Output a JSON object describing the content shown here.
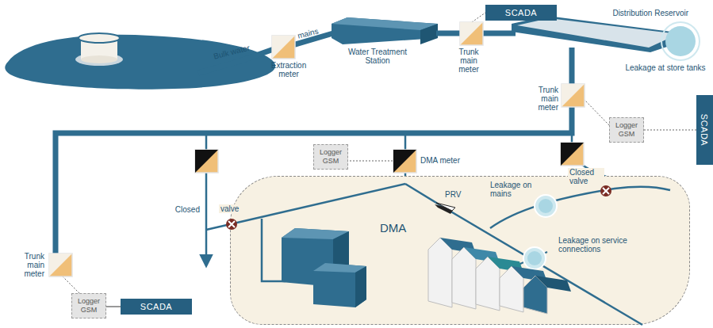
{
  "diagram": {
    "nodes": [
      {
        "text": [
          "SCADA"
        ]
      },
      {
        "text": [
          "Logger GSM"
        ]
      },
      {
        "text": [
          "SCADA"
        ]
      },
      {
        "text": [
          "Logger GSM"
        ]
      },
      {
        "text": [
          "DMA"
        ]
      },
      {
        "text": [
          "Logger GSM"
        ]
      },
      {
        "text": [
          "SCADA"
        ]
      }
    ],
    "edges": [
      {
        "from": 1,
        "to": 2,
        "arrow": "none"
      },
      {
        "from": 5,
        "to": 6,
        "arrow": "none"
      }
    ],
    "labels": [
      "Bulk water",
      "mains",
      "Extraction meter",
      "Water Treatment Station",
      "Trunk main meter",
      "Distribution Reservoir",
      "Leakage at store tanks",
      "Trunk main meter",
      "DMA meter",
      "Closed",
      "valve",
      "PRV",
      "Leakage on mains",
      "Closed valve",
      "Leakage on service connections",
      "Trunk main meter"
    ]
  }
}
